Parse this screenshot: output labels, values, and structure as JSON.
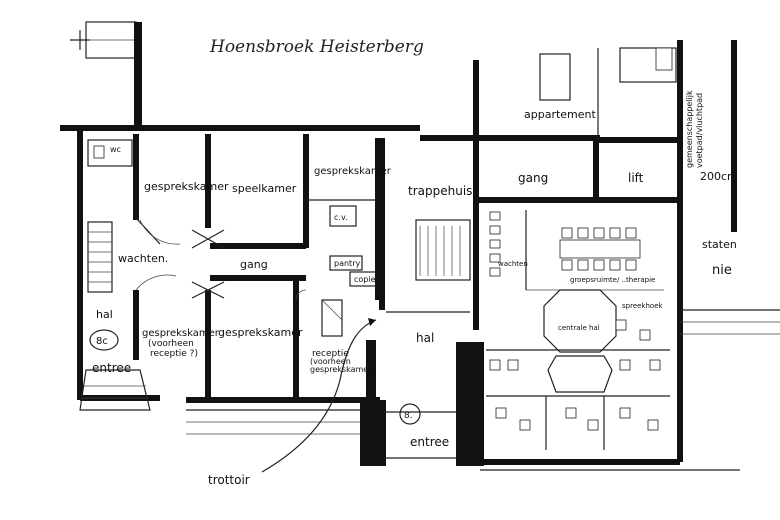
{
  "title": "Hoensbroek Heisterberg",
  "rooms": {
    "wc": "wc",
    "gesprekskamer_1": "gesprekskamer",
    "speelkamer": "speelkamer",
    "gesprekskamer_2": "gesprekskamer",
    "cv": "c.v.",
    "pantry": "pantry",
    "copie": "copie",
    "trappehuis": "trappehuis",
    "gang_top": "gang",
    "lift": "lift",
    "appartement": "appartement",
    "wachten": "wachten.",
    "gang_main": "gang",
    "hal_left": "hal",
    "gesprekskamer_3_line1": "gesprekskamer",
    "gesprekskamer_3_line2": "(voorheen",
    "gesprekskamer_3_line3": "receptie ?)",
    "gesprekskamer_4": "gesprekskamer",
    "gesprekskamer_5_line1": "receptie",
    "gesprekskamer_5_line2": "(voorheen",
    "gesprekskamer_5_line3": "gesprekskamer)",
    "hal_center": "hal",
    "entree_left": "entree",
    "entree_center": "entree",
    "trottoir": "trottoir",
    "wachten_right": "wachten",
    "groepsruimte": "groepsruimte/ ..therapie",
    "spreekhoek": "spreekhoek",
    "centrale_hal": "centrale hal",
    "staten": "staten",
    "nie": "nie"
  },
  "side_note": {
    "line1": "gemeenschappelijk",
    "line2": "voetpad/vluchtpad"
  },
  "dimension": "200cm",
  "markers": {
    "left": "8c",
    "center": "8."
  }
}
